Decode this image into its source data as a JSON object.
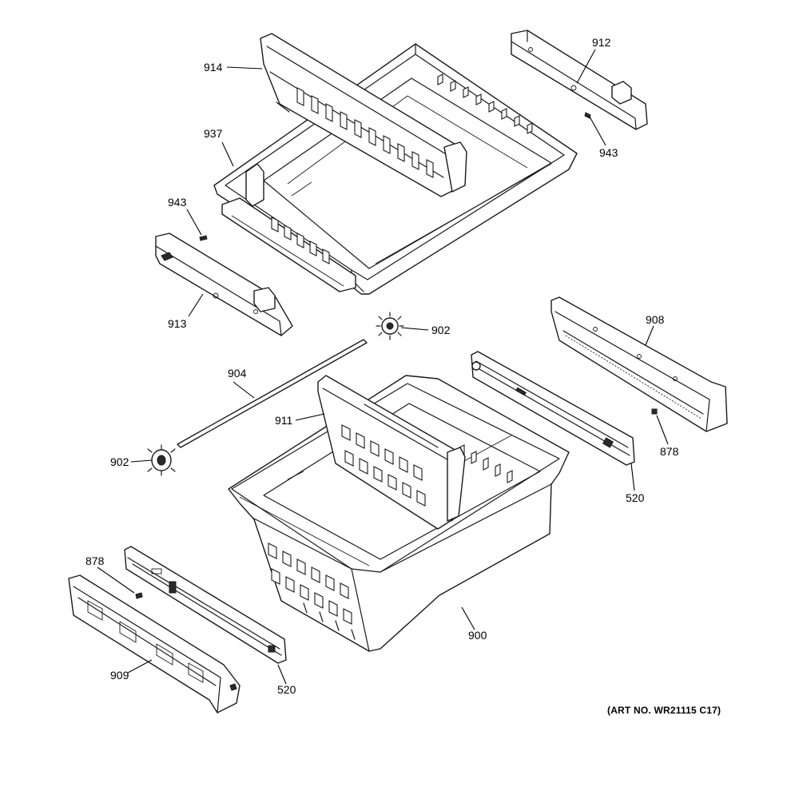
{
  "art_number": "(ART NO. WR21115 C17)",
  "callouts": {
    "c914": "914",
    "c937": "937",
    "c912": "912",
    "c943_top": "943",
    "c943_left": "943",
    "c913": "913",
    "c902_top": "902",
    "c908": "908",
    "c904": "904",
    "c911": "911",
    "c878_right": "878",
    "c902_left": "902",
    "c520_right": "520",
    "c878_left": "878",
    "c900": "900",
    "c909": "909",
    "c520_left": "520"
  }
}
